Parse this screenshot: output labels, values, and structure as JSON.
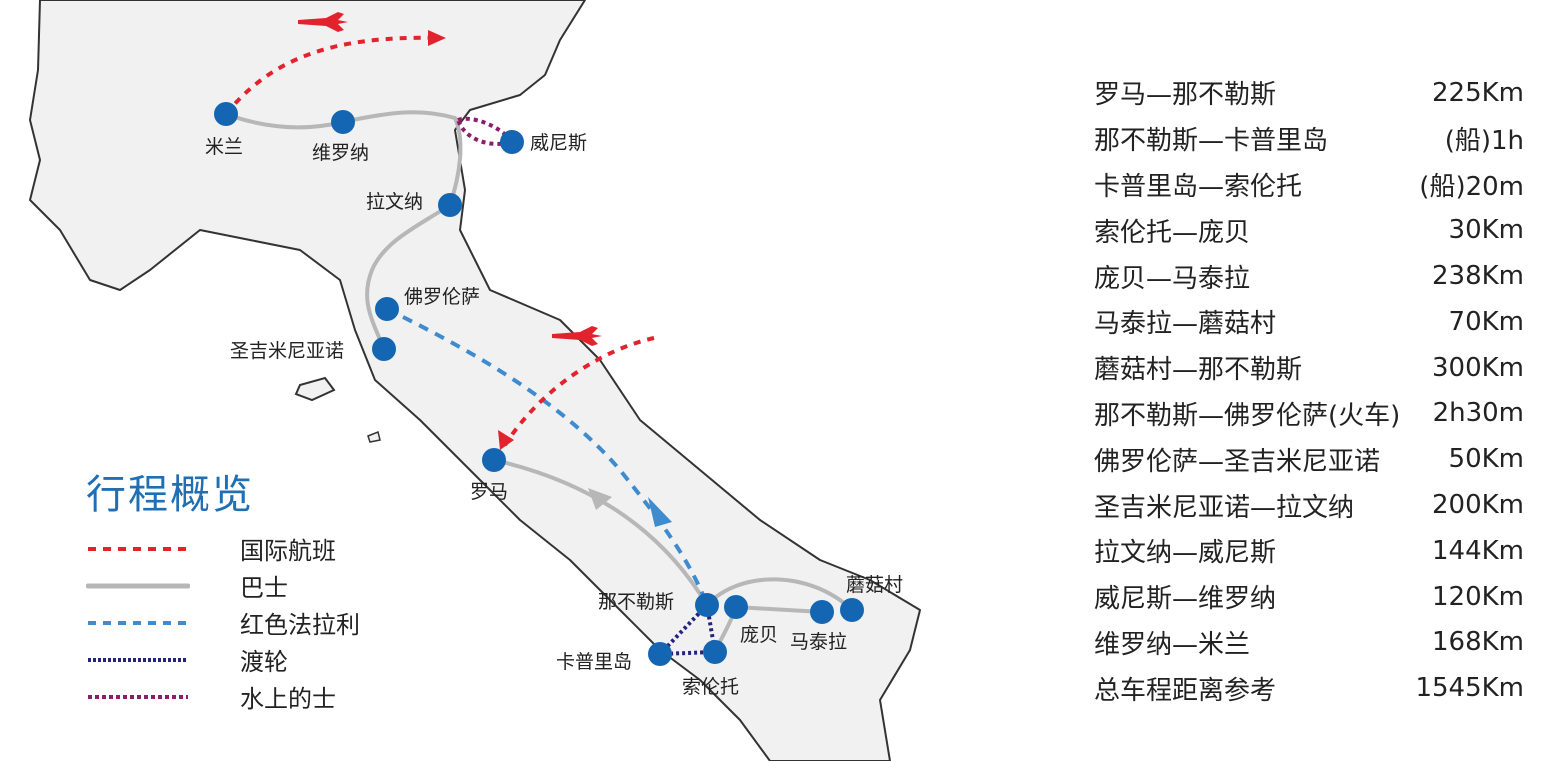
{
  "legend": {
    "title": "行程概览",
    "items": [
      {
        "label": "国际航班",
        "color": "#e2232e",
        "style": "dashed"
      },
      {
        "label": "巴士",
        "color": "#b7b7b7",
        "style": "solid"
      },
      {
        "label": "红色法拉利",
        "color": "#3f8bd0",
        "style": "dashed"
      },
      {
        "label": "渡轮",
        "color": "#24247a",
        "style": "dotted"
      },
      {
        "label": "水上的士",
        "color": "#8c1d6b",
        "style": "dotted"
      }
    ]
  },
  "cities": {
    "milan": "米兰",
    "verona": "维罗纳",
    "venice": "威尼斯",
    "ravenna": "拉文纳",
    "florence": "佛罗伦萨",
    "san_gimignano": "圣吉米尼亚诺",
    "rome": "罗马",
    "naples": "那不勒斯",
    "pompeii": "庞贝",
    "matera": "马泰拉",
    "alberobello": "蘑菇村",
    "capri": "卡普里岛",
    "sorrento": "索伦托"
  },
  "distances": [
    {
      "route": "罗马—那不勒斯",
      "value": "225Km"
    },
    {
      "route": "那不勒斯—卡普里岛",
      "value": "(船)1h"
    },
    {
      "route": "卡普里岛—索伦托",
      "value": "(船)20m"
    },
    {
      "route": "索伦托—庞贝",
      "value": "30Km"
    },
    {
      "route": "庞贝—马泰拉",
      "value": "238Km"
    },
    {
      "route": "马泰拉—蘑菇村",
      "value": "70Km"
    },
    {
      "route": "蘑菇村—那不勒斯",
      "value": "300Km"
    },
    {
      "route": "那不勒斯—佛罗伦萨(火车)",
      "value": "2h30m"
    },
    {
      "route": "佛罗伦萨—圣吉米尼亚诺",
      "value": "50Km"
    },
    {
      "route": "圣吉米尼亚诺—拉文纳",
      "value": "200Km"
    },
    {
      "route": "拉文纳—威尼斯",
      "value": "144Km"
    },
    {
      "route": "威尼斯—维罗纳",
      "value": "120Km"
    },
    {
      "route": "维罗纳—米兰",
      "value": "168Km"
    },
    {
      "route": "总车程距离参考",
      "value": "1545Km"
    }
  ]
}
